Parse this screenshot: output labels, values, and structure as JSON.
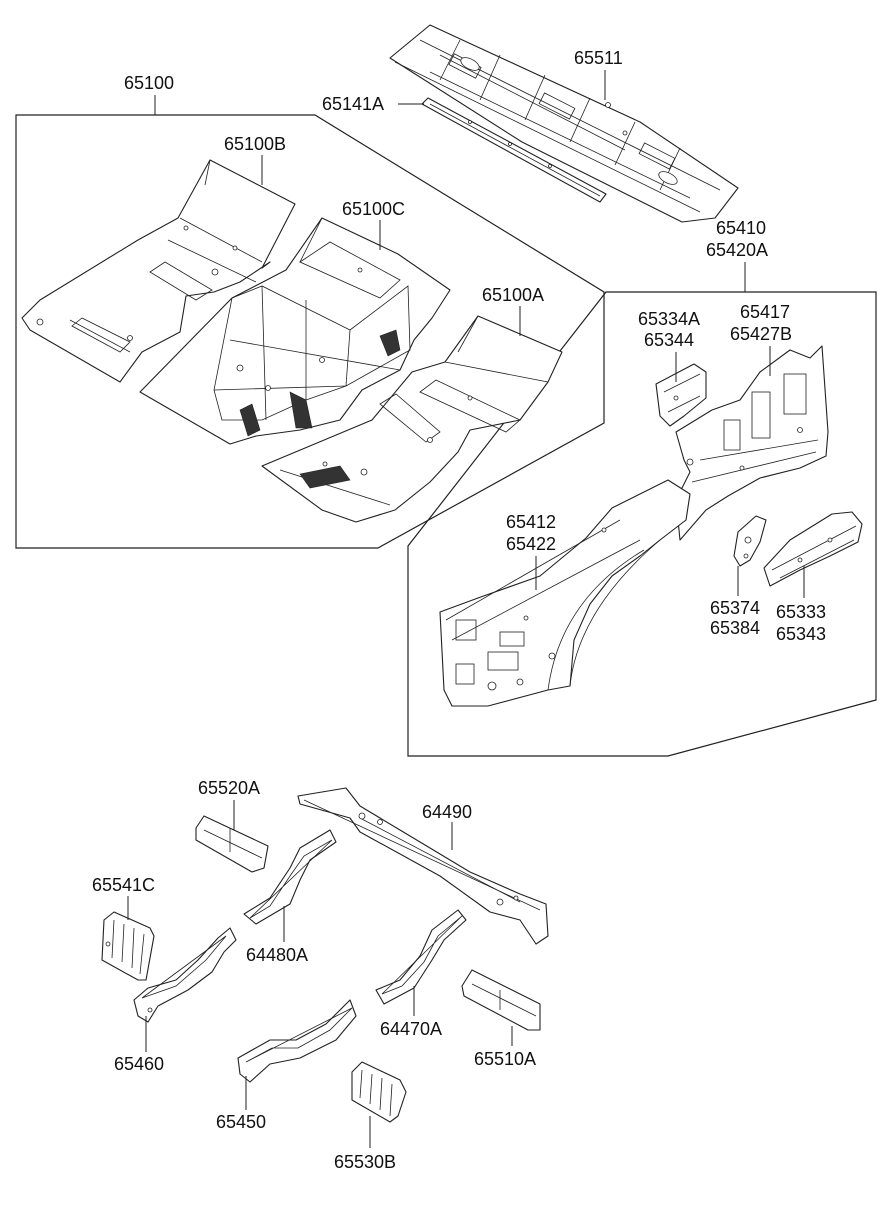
{
  "parts": {
    "p65511": "65511",
    "p65141A": "65141A",
    "p65100": "65100",
    "p65100B": "65100B",
    "p65100C": "65100C",
    "p65100A": "65100A",
    "p65410": "65410",
    "p65420A": "65420A",
    "p65334A": "65334A",
    "p65344": "65344",
    "p65417": "65417",
    "p65427B": "65427B",
    "p65412": "65412",
    "p65422": "65422",
    "p65374": "65374",
    "p65384": "65384",
    "p65333": "65333",
    "p65343": "65343",
    "p65520A": "65520A",
    "p64490": "64490",
    "p65541C": "65541C",
    "p64480A": "64480A",
    "p65460": "65460",
    "p64470A": "64470A",
    "p65510A": "65510A",
    "p65450": "65450",
    "p65530B": "65530B"
  }
}
